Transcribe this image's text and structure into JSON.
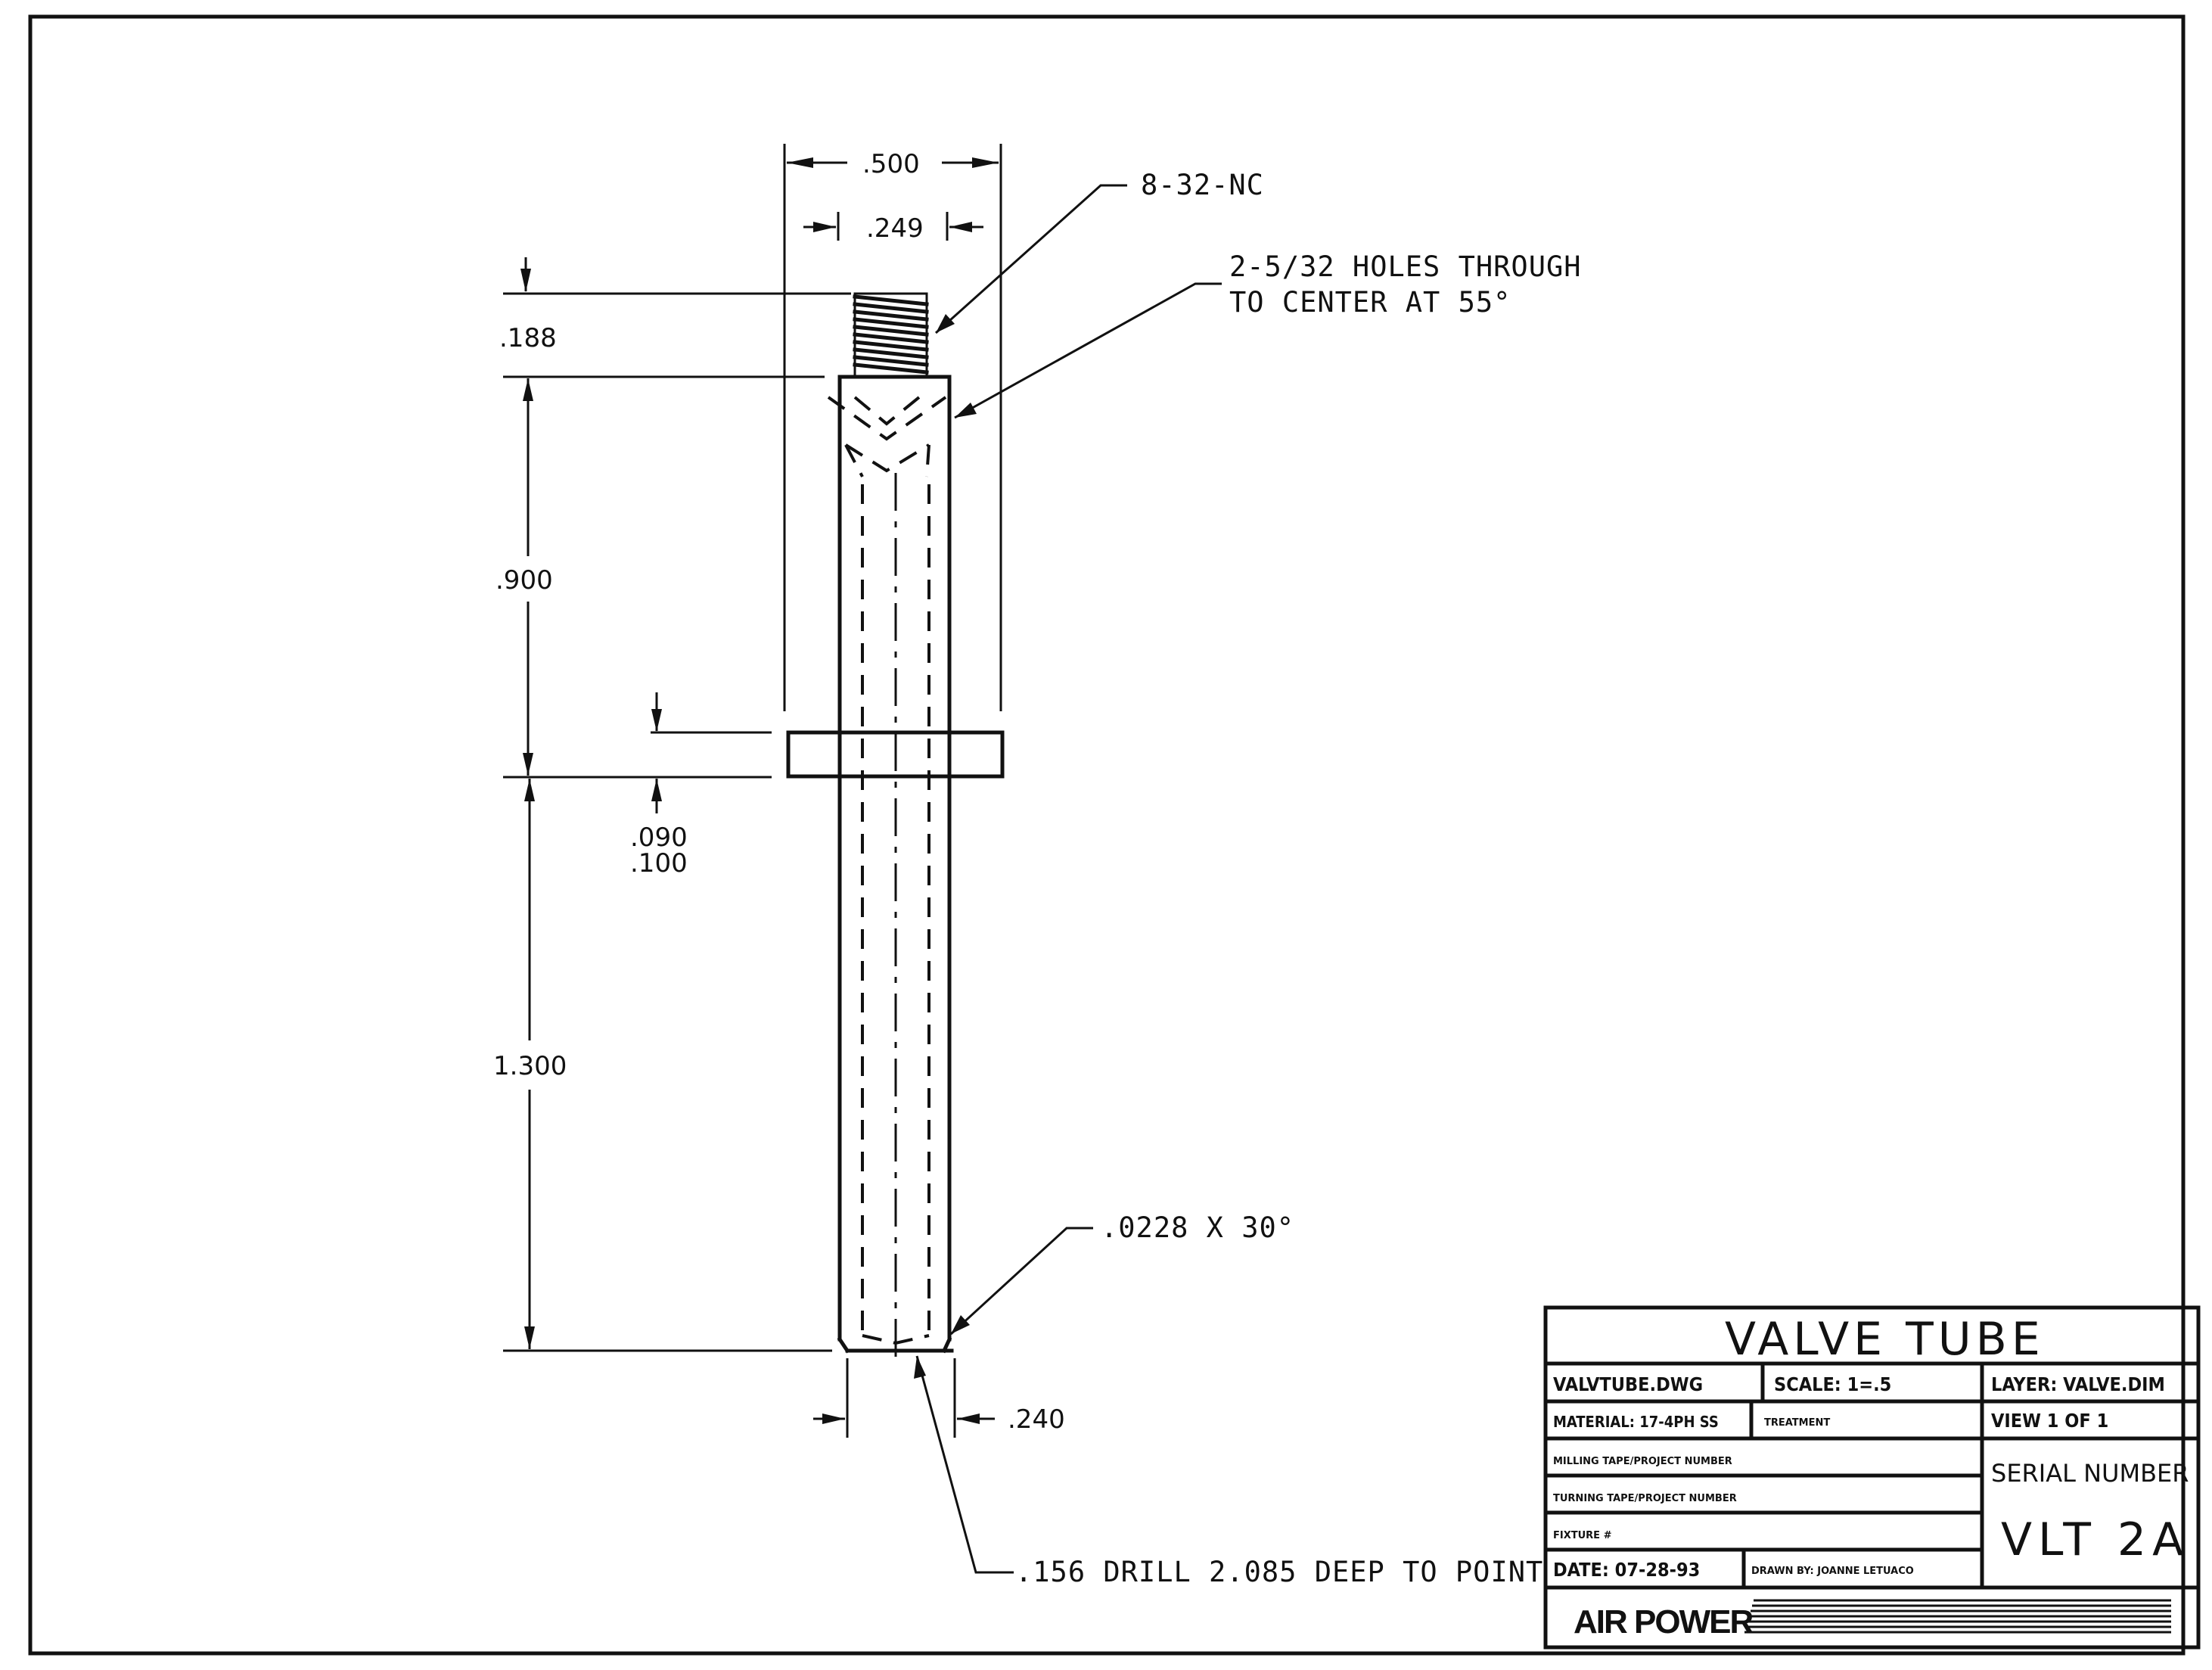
{
  "drawing": {
    "dimensions": {
      "outer_width": ".500",
      "thread_width": ".249",
      "thread_length": ".188",
      "upper_length": ".900",
      "flange_thickness_min": ".090",
      "flange_thickness_max": ".100",
      "lower_length": "1.300",
      "tip_width": ".240"
    },
    "notes": {
      "thread": "8-32-NC",
      "holes_line1": "2-5/32 HOLES THROUGH",
      "holes_line2": "TO CENTER AT 55°",
      "chamfer": ".0228 X 30°",
      "drill": ".156 DRILL 2.085 DEEP TO POINT"
    }
  },
  "title_block": {
    "title": "VALVE TUBE",
    "file": "VALVTUBE.DWG",
    "scale": "SCALE: 1=.5",
    "layer": "LAYER: VALVE.DIM",
    "material": "MATERIAL: 17-4PH SS",
    "treatment": "TREATMENT",
    "view": "VIEW 1  OF 1",
    "milling": "MILLING TAPE/PROJECT NUMBER",
    "turning": "TURNING TAPE/PROJECT NUMBER",
    "fixture": "FIXTURE #",
    "serial_label": "SERIAL NUMBER",
    "serial_value": "VLT 2A",
    "date": "DATE: 07-28-93",
    "drawn_by": "DRAWN BY: JOANNE LETUACO",
    "company": "AIR POWER"
  }
}
